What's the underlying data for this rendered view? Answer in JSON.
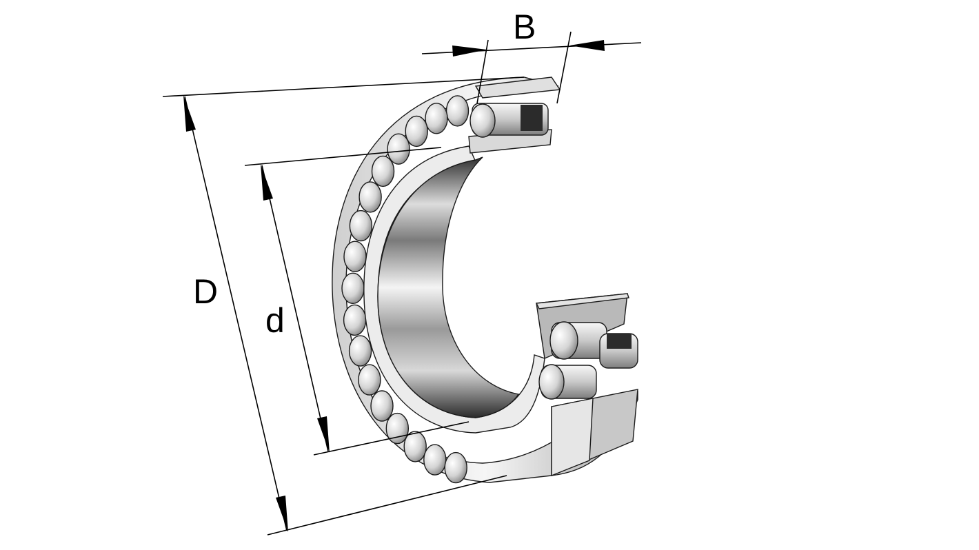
{
  "diagram": {
    "labels": {
      "outer_diameter": "D",
      "bore_diameter": "d",
      "width": "B"
    },
    "colors": {
      "line": "#000000",
      "metal_light": "#f2f2f2",
      "metal_mid": "#bdbdbd",
      "metal_dark": "#3a3a3a",
      "background": "#ffffff"
    }
  }
}
